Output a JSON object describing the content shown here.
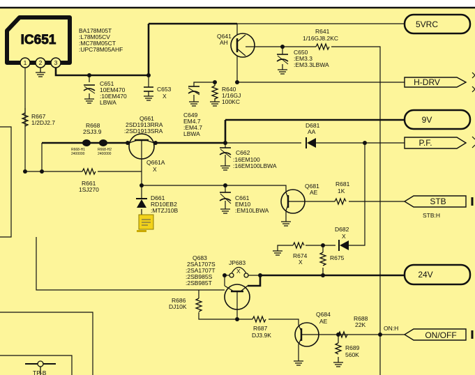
{
  "colors": {
    "background": "#fdf59a",
    "ink": "#111111",
    "note_icon": "#f2d21a"
  },
  "ic651": {
    "name": "IC651",
    "pins": [
      "1",
      "2",
      "3"
    ],
    "parts": [
      "BA178M05T",
      ":L78M05CV",
      ":MC78M05CT",
      ":UPC78M05AHF"
    ]
  },
  "connectors": {
    "v5rc": "5VRC",
    "hdrv": "H-DRV",
    "v9": "9V",
    "pf": "P.F.",
    "stb": "STB",
    "v24": "24V",
    "onoff": "ON/OFF"
  },
  "notes": {
    "stb_h": "STB:H",
    "on_h": "ON:H"
  },
  "components": {
    "q641": {
      "ref": "Q641",
      "val": "AH"
    },
    "r641": {
      "ref": "R641",
      "val": "1/16GJ8.2KC"
    },
    "c650": {
      "ref": "C650",
      "v1": ":EM3.3",
      "v2": ":EM3.3LBWA"
    },
    "c651": {
      "ref": "C651",
      "v1": "10EM470",
      "v2": ":10EM470",
      "v3": "LBWA"
    },
    "c653": {
      "ref": "C653",
      "val": "X"
    },
    "r640": {
      "ref": "R640",
      "v1": "1/16GJ",
      "v2": "100KC"
    },
    "c649": {
      "ref": "C649",
      "v1": "EM4.7",
      "v2": ":EM4.7",
      "v3": "LBWA"
    },
    "r667": {
      "ref": "R667",
      "val": "1/2DJ2.7"
    },
    "r668": {
      "ref": "R668",
      "val": "2SJ3.9",
      "h1": "R668-H1",
      "h1v": "2400000",
      "h2": "R668-H2",
      "h2v": "2400000"
    },
    "q661": {
      "ref": "Q661",
      "v1": "2SD1913RRA",
      "v2": ":2SD1913SRA"
    },
    "q661a": {
      "ref": "Q661A",
      "val": "X"
    },
    "d681": {
      "ref": "D681",
      "val": "AA"
    },
    "c662": {
      "ref": "C662",
      "v1": ":16EM100",
      "v2": ":16EM100LBWA"
    },
    "r661": {
      "ref": "R661",
      "val": "1SJ270"
    },
    "d661": {
      "ref": "D661",
      "v1": "RD10EB2",
      "v2": ":MTZJ10B"
    },
    "c661": {
      "ref": "C661",
      "v1": "EM10",
      "v2": ":EM10LBWA"
    },
    "q681": {
      "ref": "Q681",
      "val": "AE"
    },
    "r681": {
      "ref": "R681",
      "val": "1K"
    },
    "d682": {
      "ref": "D682",
      "val": "X"
    },
    "r674": {
      "ref": "R674",
      "val": "X"
    },
    "r675": {
      "ref": "R675"
    },
    "q683": {
      "ref": "Q683",
      "v1": "2SA1707S",
      "v2": ":2SA1707T",
      "v3": ":2SB985S",
      "v4": ":2SB985T"
    },
    "jp683": {
      "ref": "JP683",
      "val": "X"
    },
    "r686": {
      "ref": "R686",
      "val": "DJ10K"
    },
    "r687": {
      "ref": "R687",
      "val": "DJ3.9K"
    },
    "q684": {
      "ref": "Q684",
      "val": "AE"
    },
    "r688": {
      "ref": "R688",
      "val": "22K"
    },
    "r689": {
      "ref": "R689",
      "val": "560K"
    },
    "tpb": {
      "ref": "TP-B"
    }
  }
}
